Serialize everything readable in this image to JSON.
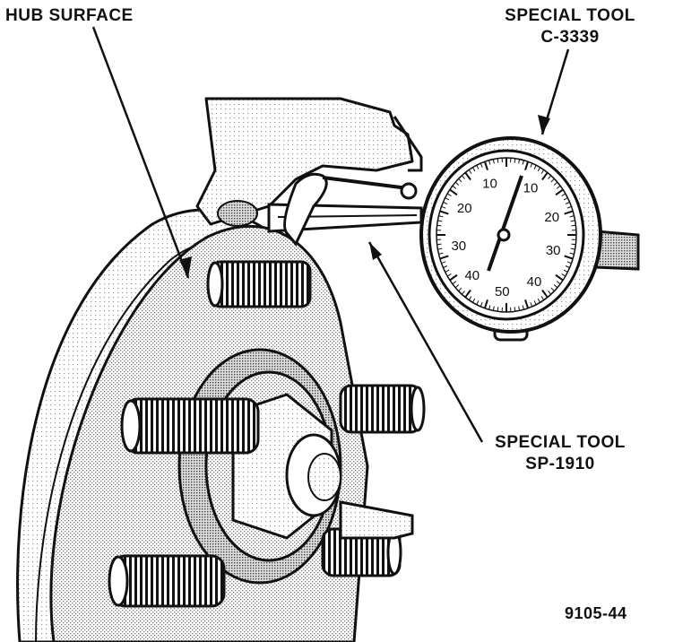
{
  "labels": {
    "hub_surface": "HUB SURFACE",
    "tool_c3339_line1": "SPECIAL TOOL",
    "tool_c3339_line2": "C-3339",
    "tool_sp1910_line1": "SPECIAL TOOL",
    "tool_sp1910_line2": "SP-1910",
    "figure_number": "9105-44"
  },
  "dial_indicator": {
    "outer_ticks": [
      "10",
      "20",
      "30",
      "40",
      "50",
      "40",
      "30",
      "20",
      "10"
    ]
  },
  "colors": {
    "ink": "#111111",
    "stipple_dark": "#8c8c8c",
    "stipple_light": "#c8c8c8",
    "paper": "#ffffff"
  }
}
